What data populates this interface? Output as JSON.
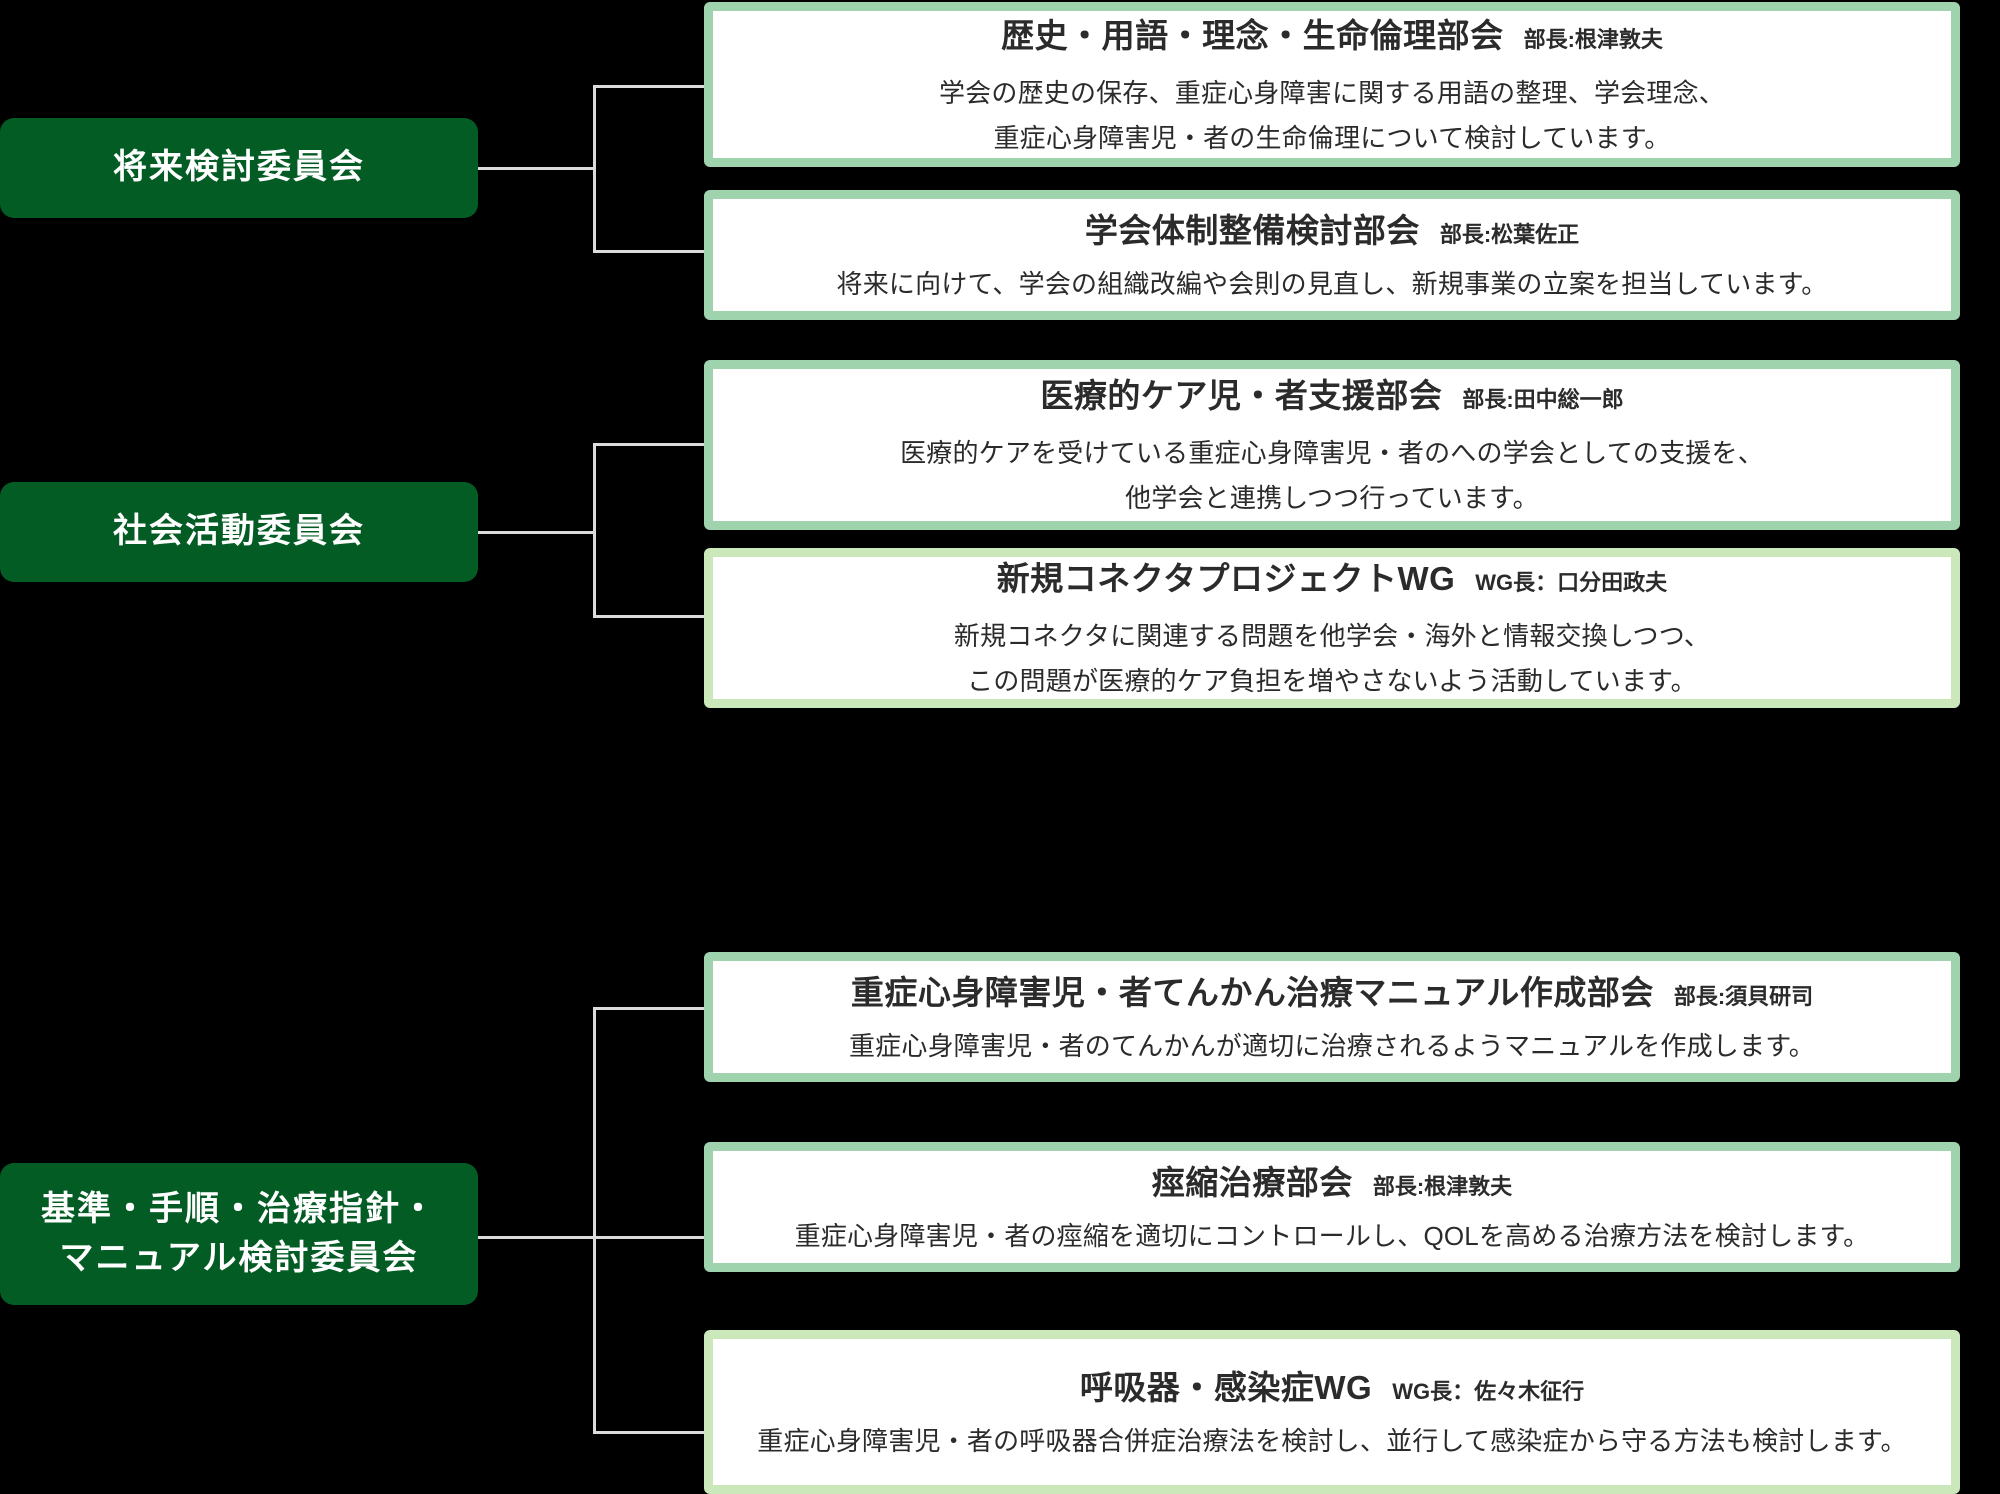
{
  "theme": {
    "background": "#000000",
    "committee_green": "#045c25",
    "card_border_green": "#9ed3ae",
    "card_border_light_green": "#cbe8ba",
    "connector_gray": "#dcdcdc",
    "card_background": "#ffffff",
    "text_dark": "#2b2b2b",
    "committee_text": "#ffffff"
  },
  "committees": [
    {
      "id": "future-review",
      "label": "将来検討委員会"
    },
    {
      "id": "social-activity",
      "label": "社会活動委員会"
    },
    {
      "id": "standards-manual",
      "label_line1": "基準・手順・治療指針・",
      "label_line2": "マニュアル検討委員会"
    }
  ],
  "sections": [
    {
      "id": "history-terminology-philosophy-bioethics",
      "type": "bukai",
      "title": "歴史・用語・理念・生命倫理部会",
      "lead_label": "部長:根津敦夫",
      "desc_lines": [
        "学会の歴史の保存、重症心身障害に関する用語の整理、学会理念、",
        "重症心身障害児・者の生命倫理について検討しています。"
      ]
    },
    {
      "id": "society-structure-review",
      "type": "bukai",
      "title": "学会体制整備検討部会",
      "lead_label": "部長:松葉佐正",
      "desc_lines": [
        "将来に向けて、学会の組織改編や会則の見直し、新規事業の立案を担当しています。"
      ]
    },
    {
      "id": "medical-care-child-support",
      "type": "bukai",
      "title": "医療的ケア児・者支援部会",
      "lead_label": "部長:田中総一郎",
      "desc_lines": [
        "医療的ケアを受けている重症心身障害児・者のへの学会としての支援を、",
        "他学会と連携しつつ行っています。"
      ]
    },
    {
      "id": "new-connector-project-wg",
      "type": "wg",
      "title": "新規コネクタプロジェクトWG",
      "lead_label": "WG長：口分田政夫",
      "desc_lines": [
        "新規コネクタに関連する問題を他学会・海外と情報交換しつつ、",
        "この問題が医療的ケア負担を増やさないよう活動しています。"
      ]
    },
    {
      "id": "epilepsy-treatment-manual",
      "type": "bukai",
      "title": "重症心身障害児・者てんかん治療マニュアル作成部会",
      "lead_label": "部長:須貝研司",
      "desc_lines": [
        "重症心身障害児・者のてんかんが適切に治療されるようマニュアルを作成します。"
      ]
    },
    {
      "id": "spasticity-treatment",
      "type": "bukai",
      "title": "痙縮治療部会",
      "lead_label": "部長:根津敦夫",
      "desc_lines": [
        "重症心身障害児・者の痙縮を適切にコントロールし、QOLを高める治療方法を検討します。"
      ]
    },
    {
      "id": "respiratory-infection-wg",
      "type": "wg",
      "title": "呼吸器・感染症WG",
      "lead_label": "WG長：佐々木征行",
      "desc_lines": [
        "重症心身障害児・者の呼吸器合併症治療法を検討し、並行して感染症から守る方法も検討します。"
      ]
    }
  ]
}
